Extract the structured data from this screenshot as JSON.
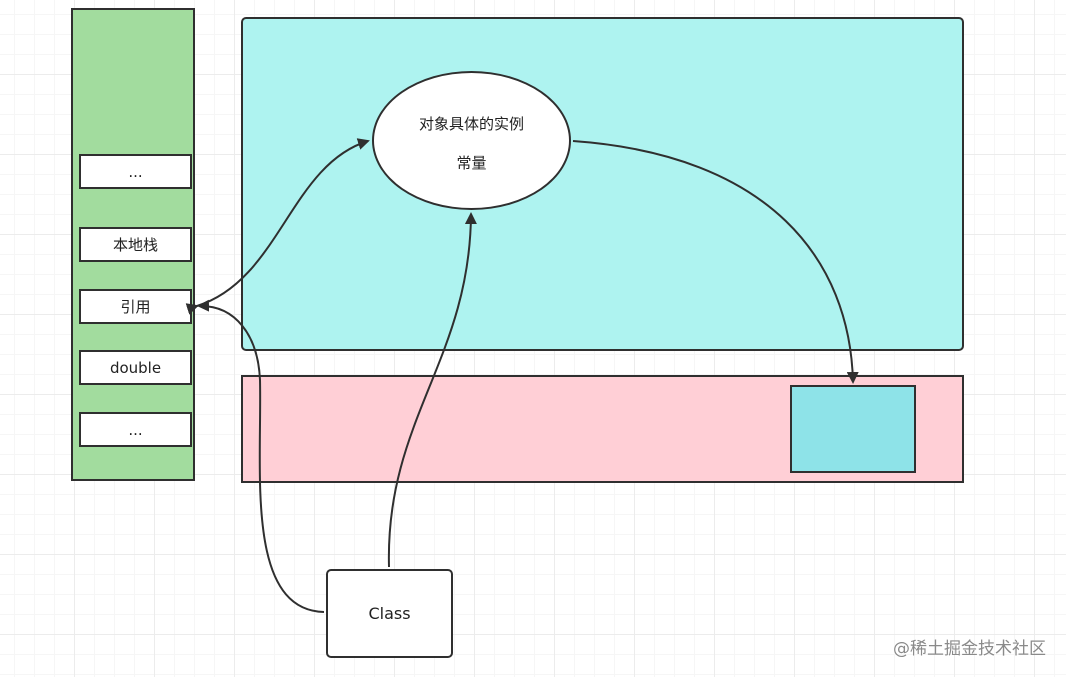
{
  "stack": {
    "slots": [
      "...",
      "本地栈",
      "引用",
      "double",
      "..."
    ]
  },
  "heap": {
    "object_line1": "对象具体的实例",
    "object_line2": "常量"
  },
  "class_box": {
    "label": "Class"
  },
  "watermark": "@稀土掘金技术社区",
  "colors": {
    "stack": "#a2dc9e",
    "heap": "#aef3f0",
    "method_area": "#ffcfd6",
    "inner_box": "#8ee3e8",
    "stroke": "#2f2f2f"
  }
}
